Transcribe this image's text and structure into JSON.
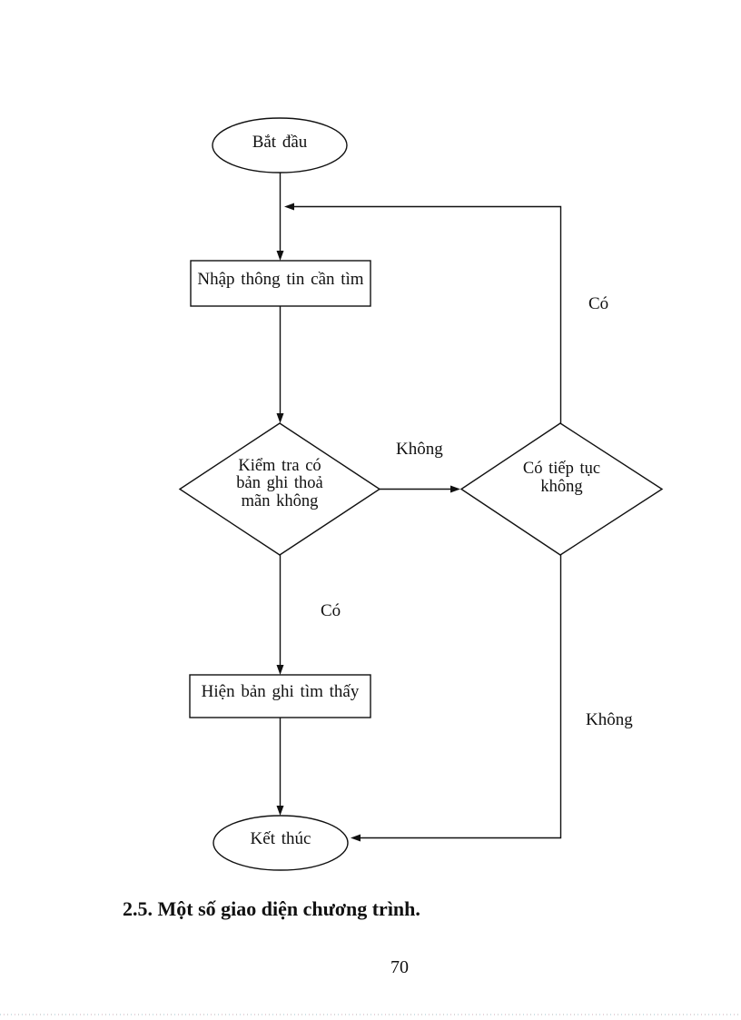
{
  "page": {
    "caption": "2.5. Một số giao diện chương trình.",
    "page_number": "70"
  },
  "flowchart": {
    "start": {
      "label": "Bắt đầu",
      "shape": "terminator-ellipse"
    },
    "process_input": {
      "label": "Nhập thông tin cần tìm",
      "shape": "process-rect"
    },
    "decision_check": {
      "lines": [
        "Kiểm tra có",
        "bản ghi thoả",
        "mãn không"
      ],
      "shape": "decision-diamond"
    },
    "decision_continue": {
      "lines": [
        "Có tiếp tục",
        "không"
      ],
      "shape": "decision-diamond"
    },
    "process_show": {
      "label": "Hiện bản ghi tìm thấy",
      "shape": "process-rect"
    },
    "end": {
      "label": "Kết thúc",
      "shape": "terminator-ellipse"
    },
    "edge_labels": {
      "check_no": "Không",
      "continue_yes": "Có",
      "check_yes": "Có",
      "continue_no": "Không"
    },
    "colors": {
      "line": "#111111",
      "fill": "#ffffff",
      "text": "#111111"
    }
  }
}
